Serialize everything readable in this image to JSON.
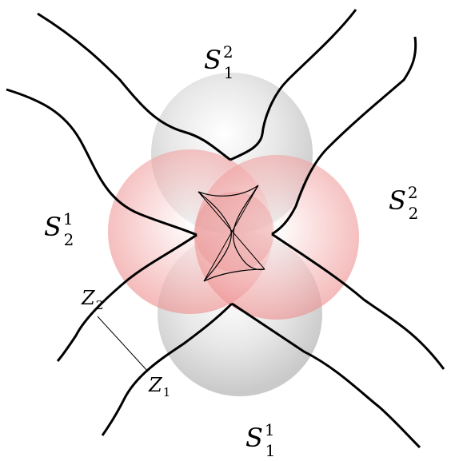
{
  "labels": {
    "s1_top": {
      "main": "S",
      "sub": "1",
      "sup": "2"
    },
    "s2_right": {
      "main": "S",
      "sub": "2",
      "sup": "2"
    },
    "s2_left": {
      "main": "S",
      "sub": "2",
      "sup": "1"
    },
    "s1_bottom": {
      "main": "S",
      "sub": "1",
      "sup": "1"
    },
    "z2": {
      "main": "Z",
      "sub": "2"
    },
    "z1": {
      "main": "Z",
      "sub": "1"
    }
  },
  "colors": {
    "gray_sphere": "#b9b9b9",
    "red_sphere": "#f08c8c",
    "curves": "#000000"
  }
}
